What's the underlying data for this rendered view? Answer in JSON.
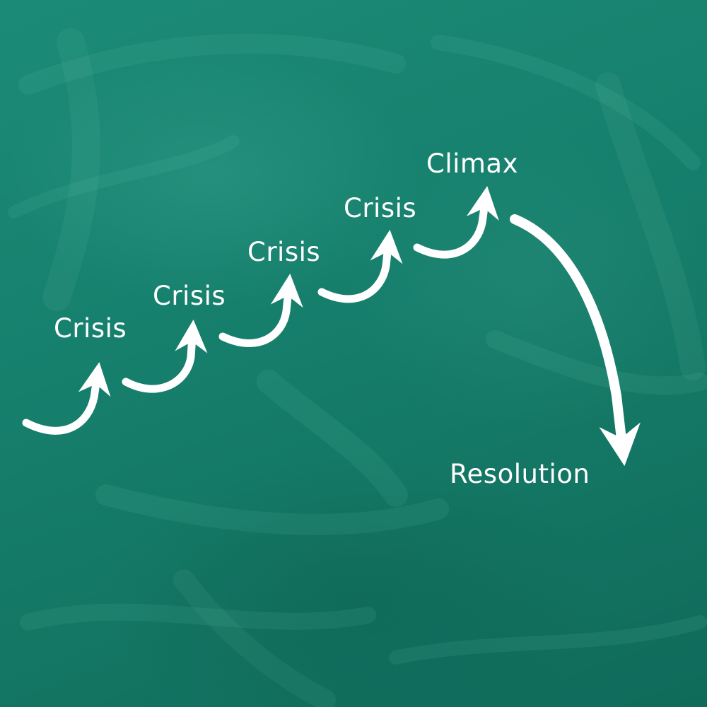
{
  "labels": {
    "crisis_1": "Crisis",
    "crisis_2": "Crisis",
    "crisis_3": "Crisis",
    "crisis_4": "Crisis",
    "climax": "Climax",
    "resolution": "Resolution"
  },
  "colors": {
    "chalkboard": "#16806d",
    "chalk": "#ffffff"
  }
}
